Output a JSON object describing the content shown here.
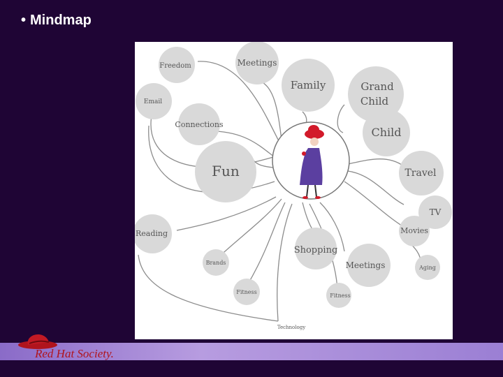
{
  "slide": {
    "bullet": "•",
    "title": "Mindmap"
  },
  "mindmap": {
    "nodes": {
      "freedom": "Freedom",
      "meetings_top": "Meetings",
      "family": "Family",
      "grand": "Grand",
      "child_line2": "Child",
      "email": "Email",
      "connections": "Connections",
      "child": "Child",
      "fun": "Fun",
      "travel": "Travel",
      "tv": "TV",
      "reading": "Reading",
      "movies": "Movies",
      "shopping": "Shopping",
      "brands": "Brands",
      "meetings_bottom": "Meetings",
      "aging": "Aging",
      "fitness_left": "Fitness",
      "fitness_right": "Fitness",
      "technology": "Technology"
    },
    "colors": {
      "bubble": "#d9d9d9",
      "line": "#8c8c8c",
      "hat": "#d21a2a",
      "dress": "#5b3fa0"
    }
  },
  "footer": {
    "logo_text": "Red Hat Society."
  }
}
